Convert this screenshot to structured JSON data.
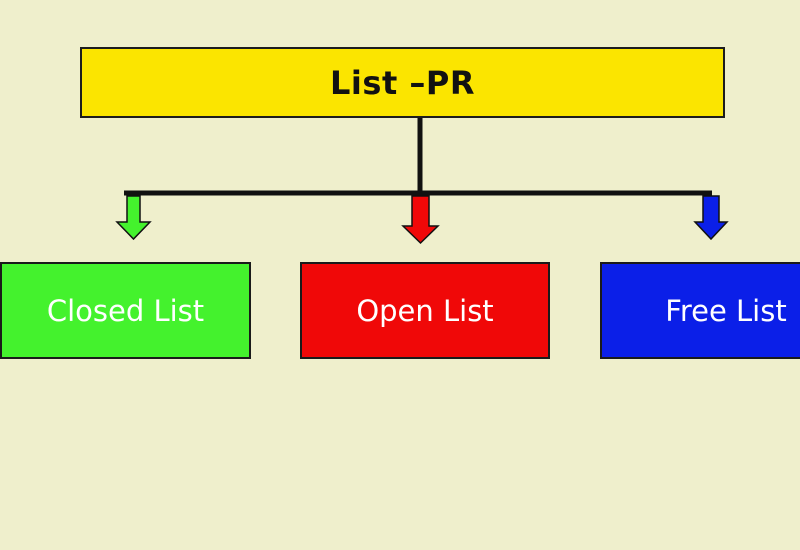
{
  "root": {
    "label": "List –PR",
    "color": "#fbe500"
  },
  "children": [
    {
      "label": "Closed List",
      "color": "#44f22d"
    },
    {
      "label": "Open List",
      "color": "#f00808"
    },
    {
      "label": "Free List",
      "color": "#0b1fe8"
    }
  ],
  "background_color": "#efefcc",
  "line_color": "#111111"
}
